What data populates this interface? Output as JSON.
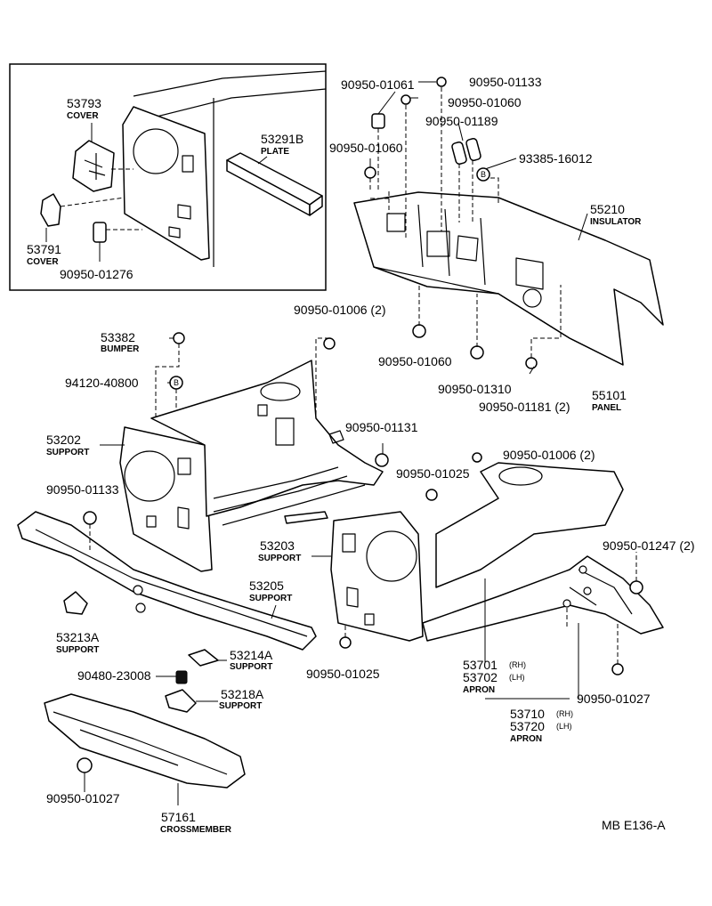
{
  "diagram_code": "MB  E136-A",
  "bolt_marker": "B",
  "inset": {
    "parts": [
      {
        "id": "p53793",
        "number": "53793",
        "name": "COVER"
      },
      {
        "id": "p53291b",
        "number": "53291B",
        "name": "PLATE"
      },
      {
        "id": "p53791",
        "number": "53791",
        "name": "COVER"
      },
      {
        "id": "p9095001276",
        "number": "90950-01276",
        "name": ""
      }
    ]
  },
  "parts": [
    {
      "id": "a",
      "number": "90950-01061",
      "name": ""
    },
    {
      "id": "b",
      "number": "90950-01133",
      "name": ""
    },
    {
      "id": "c",
      "number": "90950-01060",
      "name": ""
    },
    {
      "id": "d",
      "number": "90950-01189",
      "name": ""
    },
    {
      "id": "e",
      "number": "90950-01060",
      "name": ""
    },
    {
      "id": "f",
      "number": "93385-16012",
      "name": ""
    },
    {
      "id": "g",
      "number": "55210",
      "name": "INSULATOR"
    },
    {
      "id": "h",
      "number": "90950-01006 (2)",
      "name": ""
    },
    {
      "id": "i",
      "number": "53382",
      "name": "BUMPER"
    },
    {
      "id": "j",
      "number": "94120-40800",
      "name": ""
    },
    {
      "id": "k",
      "number": "90950-01060",
      "name": ""
    },
    {
      "id": "l",
      "number": "90950-01310",
      "name": ""
    },
    {
      "id": "m",
      "number": "55101",
      "name": ""
    },
    {
      "id": "n",
      "number": "90950-01181 (2)",
      "name": "PANEL"
    },
    {
      "id": "o",
      "number": "90950-01131",
      "name": ""
    },
    {
      "id": "p",
      "number": "53202",
      "name": "SUPPORT"
    },
    {
      "id": "q",
      "number": "90950-01006 (2)",
      "name": ""
    },
    {
      "id": "r",
      "number": "90950-01025",
      "name": ""
    },
    {
      "id": "s",
      "number": "90950-01133",
      "name": ""
    },
    {
      "id": "t",
      "number": "53203",
      "name": "SUPPORT"
    },
    {
      "id": "u",
      "number": "90950-01247 (2)",
      "name": ""
    },
    {
      "id": "v",
      "number": "53205",
      "name": "SUPPORT"
    },
    {
      "id": "w",
      "number": "53213A",
      "name": "SUPPORT"
    },
    {
      "id": "x",
      "number": "53214A",
      "name": "SUPPORT"
    },
    {
      "id": "y",
      "number": "90480-23008",
      "name": ""
    },
    {
      "id": "z",
      "number": "90950-01025",
      "name": ""
    },
    {
      "id": "aa",
      "number": "53218A",
      "name": "SUPPORT"
    },
    {
      "id": "ab",
      "number": "53701",
      "suffix": "(RH)",
      "name": ""
    },
    {
      "id": "ac",
      "number": "53702",
      "suffix": "(LH)",
      "name": "APRON"
    },
    {
      "id": "ad",
      "number": "90950-01027",
      "name": ""
    },
    {
      "id": "ae",
      "number": "53710",
      "suffix": "(RH)",
      "name": ""
    },
    {
      "id": "af",
      "number": "53720",
      "suffix": "(LH)",
      "name": "APRON"
    },
    {
      "id": "ag",
      "number": "90950-01027",
      "name": ""
    },
    {
      "id": "ah",
      "number": "57161",
      "name": "CROSSMEMBER"
    }
  ]
}
